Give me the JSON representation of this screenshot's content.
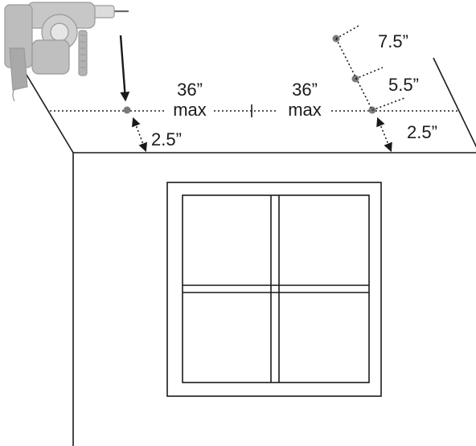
{
  "labels": {
    "spacing_left_value": "36”",
    "spacing_left_suffix": "max",
    "spacing_right_value": "36”",
    "spacing_right_suffix": "max",
    "offset_left": "2.5”",
    "offset_right": "2.5”",
    "stack_upper": "7.5”",
    "stack_lower": "5.5”"
  },
  "icons": {
    "drill": "hammer-drill-icon",
    "arrow": "down-arrow-icon"
  },
  "colors": {
    "line": "#1a1a1a",
    "hole": "#7a7a7a",
    "drill_body": "#b9b9b9"
  }
}
